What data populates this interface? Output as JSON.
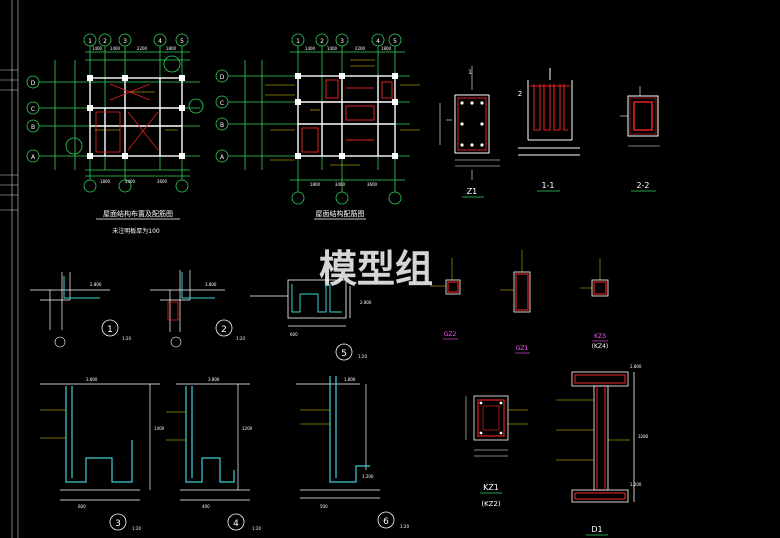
{
  "watermark": "模型组",
  "plans": {
    "left_title": "屋面结构布置及配筋图",
    "left_subtitle": "未注明板厚为100",
    "right_title": "屋面结构配筋图",
    "axis_numbers": [
      "1",
      "2",
      "3",
      "4",
      "5"
    ],
    "axis_letters": [
      "D",
      "C",
      "B",
      "A"
    ],
    "top_dims": [
      "1400",
      "1400",
      "2200",
      "1800"
    ],
    "bottom_dims": [
      "1800",
      "3400",
      "3600"
    ]
  },
  "details": {
    "z1": "Z1",
    "s11": "1-1",
    "s22": "2-2",
    "gz2": "GZ2",
    "gz1": "GZ1",
    "kz3": "KZ3",
    "kz4": "(KZ4)",
    "kz1": "KZ1",
    "kz2": "(KZ2)",
    "d1": "D1",
    "d1_height": "3280",
    "d1_top": "2.800",
    "d1_bottom": "1.200"
  },
  "sections": [
    {
      "num": "1",
      "scale": "1:20"
    },
    {
      "num": "2",
      "scale": "1:20"
    },
    {
      "num": "3",
      "scale": "1:20"
    },
    {
      "num": "4",
      "scale": "1:20"
    },
    {
      "num": "5",
      "scale": "1:20"
    },
    {
      "num": "6",
      "scale": "1:20"
    }
  ],
  "elevations": {
    "e1": "2.800",
    "e2": "3.800",
    "e3": "2.800",
    "e4": "3.800",
    "e5": "1.200",
    "e6": "1.800",
    "e7": "2.800",
    "dim_500": "500",
    "dim_600": "600",
    "dim_400": "400",
    "dim_1400": "1400",
    "dim_1200": "1200"
  }
}
